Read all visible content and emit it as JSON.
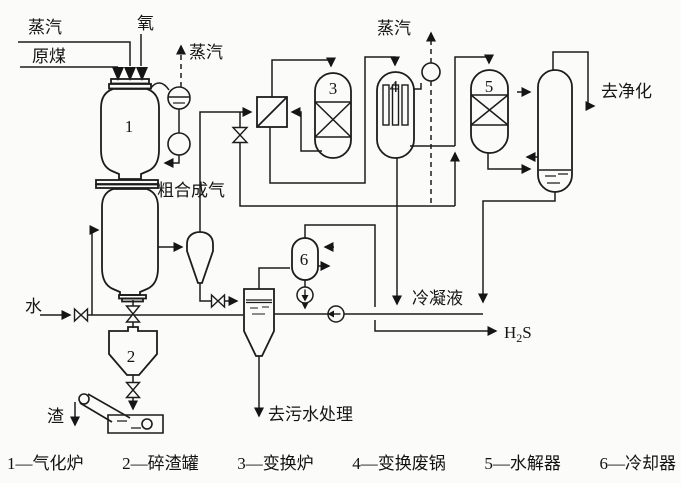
{
  "diagram": {
    "labels": {
      "steam_in": "蒸汽",
      "raw_coal": "原煤",
      "oxygen": "氧",
      "steam_drum_out": "蒸汽",
      "steam_boiler_out": "蒸汽",
      "crude_syngas": "粗合成气",
      "water": "水",
      "slag": "渣",
      "condensate": "冷凝液",
      "h2s_base": "H",
      "h2s_sub": "2",
      "h2s_tail": "S",
      "to_purification": "去净化",
      "to_wastewater": "去污水处理"
    },
    "vessel_numbers": {
      "gasifier": "1",
      "slag_crusher": "2",
      "shift_converter": "3",
      "shift_waste_boiler": "4",
      "hydrolyzer": "5",
      "cooler": "6"
    },
    "legend": [
      {
        "label": "1—气化炉"
      },
      {
        "label": "2—碎渣罐"
      },
      {
        "label": "3—变换炉"
      },
      {
        "label": "4—变换废锅"
      },
      {
        "label": "5—水解器"
      },
      {
        "label": "6—冷却器"
      }
    ],
    "colors": {
      "line": "#1c1c1c",
      "background": "#fbfbfa"
    }
  }
}
